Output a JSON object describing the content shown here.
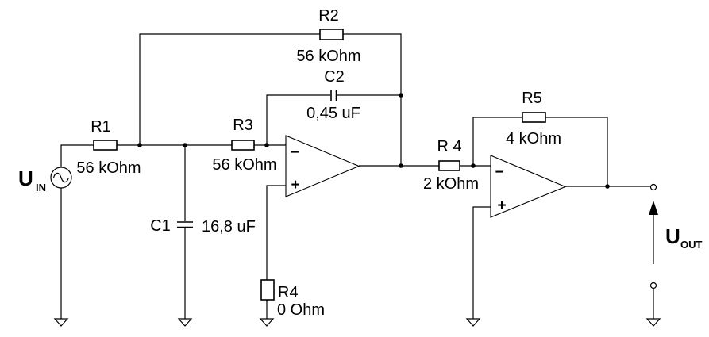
{
  "schematic": {
    "kind": "analog-filter-circuit",
    "colors": {
      "wire": "#000000",
      "background": "#ffffff"
    },
    "source": {
      "symbol": "U",
      "subscript": "IN"
    },
    "output": {
      "symbol": "U",
      "subscript": "OUT"
    },
    "opamp1": {
      "inverting": "−",
      "noninverting": "+"
    },
    "opamp2": {
      "inverting": "−",
      "noninverting": "+"
    },
    "components": {
      "r1": {
        "name": "R1",
        "value": "56 kOhm"
      },
      "r2": {
        "name": "R2",
        "value": "56 kOhm"
      },
      "r3": {
        "name": "R3",
        "value": "56 kOhm"
      },
      "c1": {
        "name": "C1",
        "value": "16,8 uF"
      },
      "c2": {
        "name": "C2",
        "value": "0,45 uF"
      },
      "r4_ground": {
        "name": "R4",
        "value": "0 Ohm"
      },
      "r4_series": {
        "name": "R 4",
        "value": "2 kOhm"
      },
      "r5": {
        "name": "R5",
        "value": "4 kOhm"
      }
    }
  }
}
